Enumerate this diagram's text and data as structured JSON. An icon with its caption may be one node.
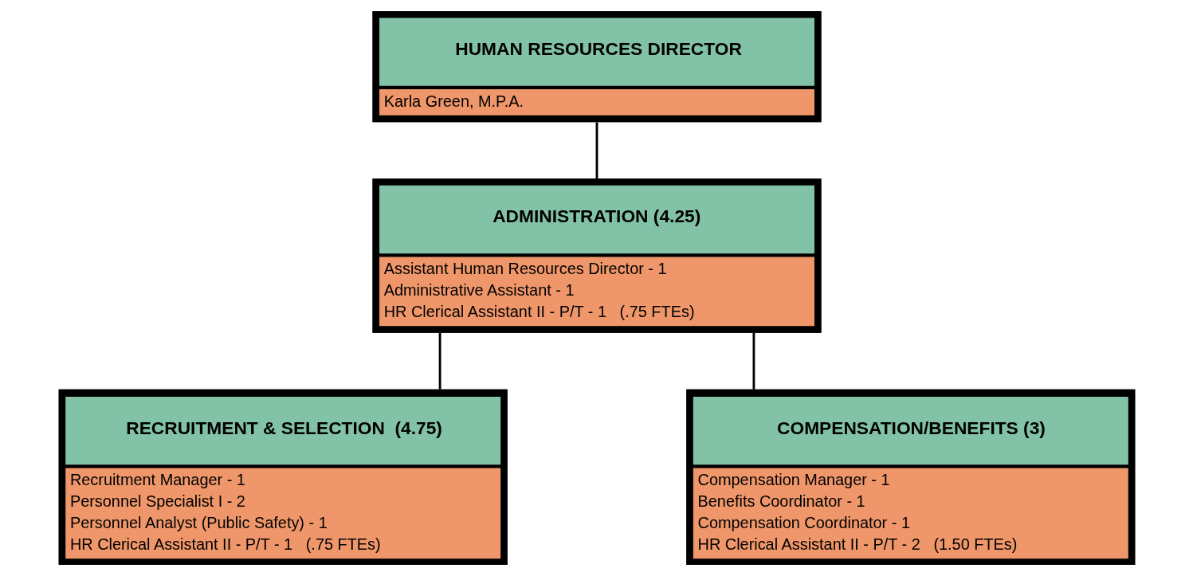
{
  "diagram": {
    "nodes": [
      {
        "text": [
          "HUMAN RESOURCES DIRECTOR",
          "Karla Green, M.P.A."
        ]
      },
      {
        "text": [
          "ADMINISTRATION (4.25)",
          "Assistant Human Resources Director - 1",
          "Administrative Assistant - 1",
          "HR Clerical Assistant II - P/T - 1   (.75 FTEs)"
        ]
      },
      {
        "text": [
          "RECRUITMENT & SELECTION  (4.75)",
          "Recruitment Manager - 1",
          "Personnel Specialist I - 2",
          "Personnel Analyst (Public Safety) - 1",
          "HR Clerical Assistant II - P/T - 1   (.75 FTEs)"
        ]
      },
      {
        "text": [
          "COMPENSATION/BENEFITS (3)",
          "Compensation Manager - 1",
          "Benefits Coordinator - 1",
          "Compensation Coordinator - 1",
          "HR Clerical Assistant II - P/T - 2   (1.50 FTEs)"
        ]
      }
    ],
    "edges": [
      {
        "from": 0,
        "to": 1,
        "arrow": "none"
      },
      {
        "from": 1,
        "to": 2,
        "arrow": "none"
      },
      {
        "from": 1,
        "to": 3,
        "arrow": "none"
      }
    ]
  }
}
